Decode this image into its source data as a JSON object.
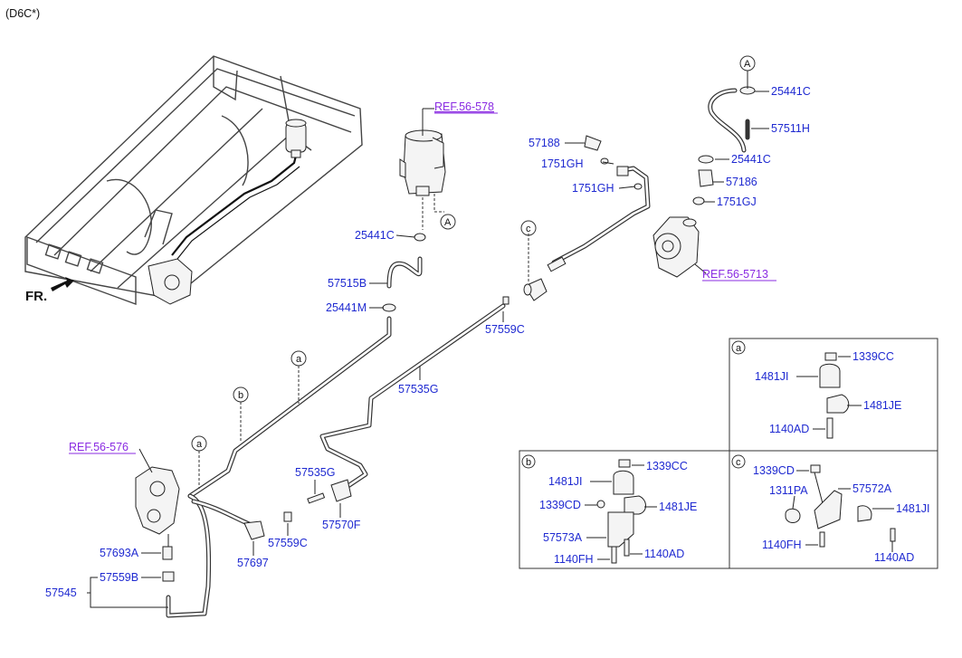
{
  "diagram": {
    "variant": "(D6C*)",
    "front_label": "FR.",
    "refs": {
      "ref_578": "REF.56-578",
      "ref_5713": "REF.56-5713",
      "ref_576": "REF.56-576"
    },
    "callout_letters": {
      "A_top": "A",
      "A_mid": "A",
      "a_1": "a",
      "b_1": "b",
      "a_2": "a",
      "c_1": "c"
    },
    "parts_main": {
      "p25441C_top": "25441C",
      "p57511H": "57511H",
      "p25441C_mid": "25441C",
      "p57186": "57186",
      "p1751GJ": "1751GJ",
      "p57188": "57188",
      "p1751GH_1": "1751GH",
      "p1751GH_2": "1751GH",
      "p25441C_left": "25441C",
      "p57515B": "57515B",
      "p25441M": "25441M",
      "p57559C_top": "57559C",
      "p57535G_main": "57535G",
      "p57535G_small": "57535G",
      "p57570F": "57570F",
      "p57559C_bot": "57559C",
      "p57697": "57697",
      "p57693A": "57693A",
      "p57559B": "57559B",
      "p57545": "57545"
    },
    "inset_a": {
      "letter": "a",
      "p1339CC": "1339CC",
      "p1481JI": "1481JI",
      "p1481JE": "1481JE",
      "p1140AD": "1140AD"
    },
    "inset_b": {
      "letter": "b",
      "p1339CC": "1339CC",
      "p1481JI": "1481JI",
      "p1339CD": "1339CD",
      "p1481JE": "1481JE",
      "p57573A": "57573A",
      "p1140FH": "1140FH",
      "p1140AD": "1140AD"
    },
    "inset_c": {
      "letter": "c",
      "p1339CD": "1339CD",
      "p1311PA": "1311PA",
      "p57572A": "57572A",
      "p1481JI": "1481JI",
      "p1140FH": "1140FH",
      "p1140AD": "1140AD"
    }
  }
}
